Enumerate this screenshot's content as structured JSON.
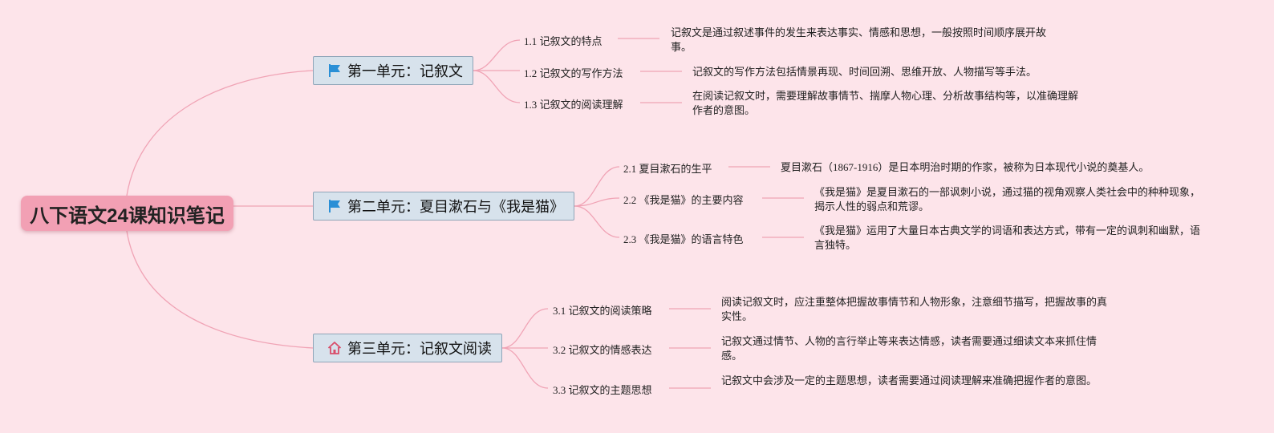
{
  "root": {
    "title": "八下语文24课知识笔记"
  },
  "colors": {
    "background": "#fde4ea",
    "root_fill": "#f2a0b4",
    "unit_fill": "#d7e2ec",
    "connector": "#f0a3b5",
    "flag": "#2a8fd6",
    "home": "#d94d6a"
  },
  "units": [
    {
      "title": "第一单元：记叙文",
      "icon": "flag-icon",
      "topics": [
        {
          "label": "1.1 记叙文的特点",
          "desc": "记叙文是通过叙述事件的发生来表达事实、情感和思想，一般按照时间顺序展开故事。"
        },
        {
          "label": "1.2 记叙文的写作方法",
          "desc": "记叙文的写作方法包括情景再现、时间回溯、思维开放、人物描写等手法。"
        },
        {
          "label": "1.3 记叙文的阅读理解",
          "desc": "在阅读记叙文时，需要理解故事情节、揣摩人物心理、分析故事结构等，以准确理解作者的意图。"
        }
      ]
    },
    {
      "title": "第二单元：夏目漱石与《我是猫》",
      "icon": "flag-icon",
      "topics": [
        {
          "label": "2.1 夏目漱石的生平",
          "desc": "夏目漱石（1867-1916）是日本明治时期的作家，被称为日本现代小说的奠基人。"
        },
        {
          "label": "2.2 《我是猫》的主要内容",
          "desc": "《我是猫》是夏目漱石的一部讽刺小说，通过猫的视角观察人类社会中的种种现象，揭示人性的弱点和荒谬。"
        },
        {
          "label": "2.3 《我是猫》的语言特色",
          "desc": "《我是猫》运用了大量日本古典文学的词语和表达方式，带有一定的讽刺和幽默，语言独特。"
        }
      ]
    },
    {
      "title": "第三单元：记叙文阅读",
      "icon": "home-icon",
      "topics": [
        {
          "label": "3.1 记叙文的阅读策略",
          "desc": "阅读记叙文时，应注重整体把握故事情节和人物形象，注意细节描写，把握故事的真实性。"
        },
        {
          "label": "3.2 记叙文的情感表达",
          "desc": "记叙文通过情节、人物的言行举止等来表达情感，读者需要通过细读文本来抓住情感。"
        },
        {
          "label": "3.3 记叙文的主题思想",
          "desc": "记叙文中会涉及一定的主题思想，读者需要通过阅读理解来准确把握作者的意图。"
        }
      ]
    }
  ]
}
